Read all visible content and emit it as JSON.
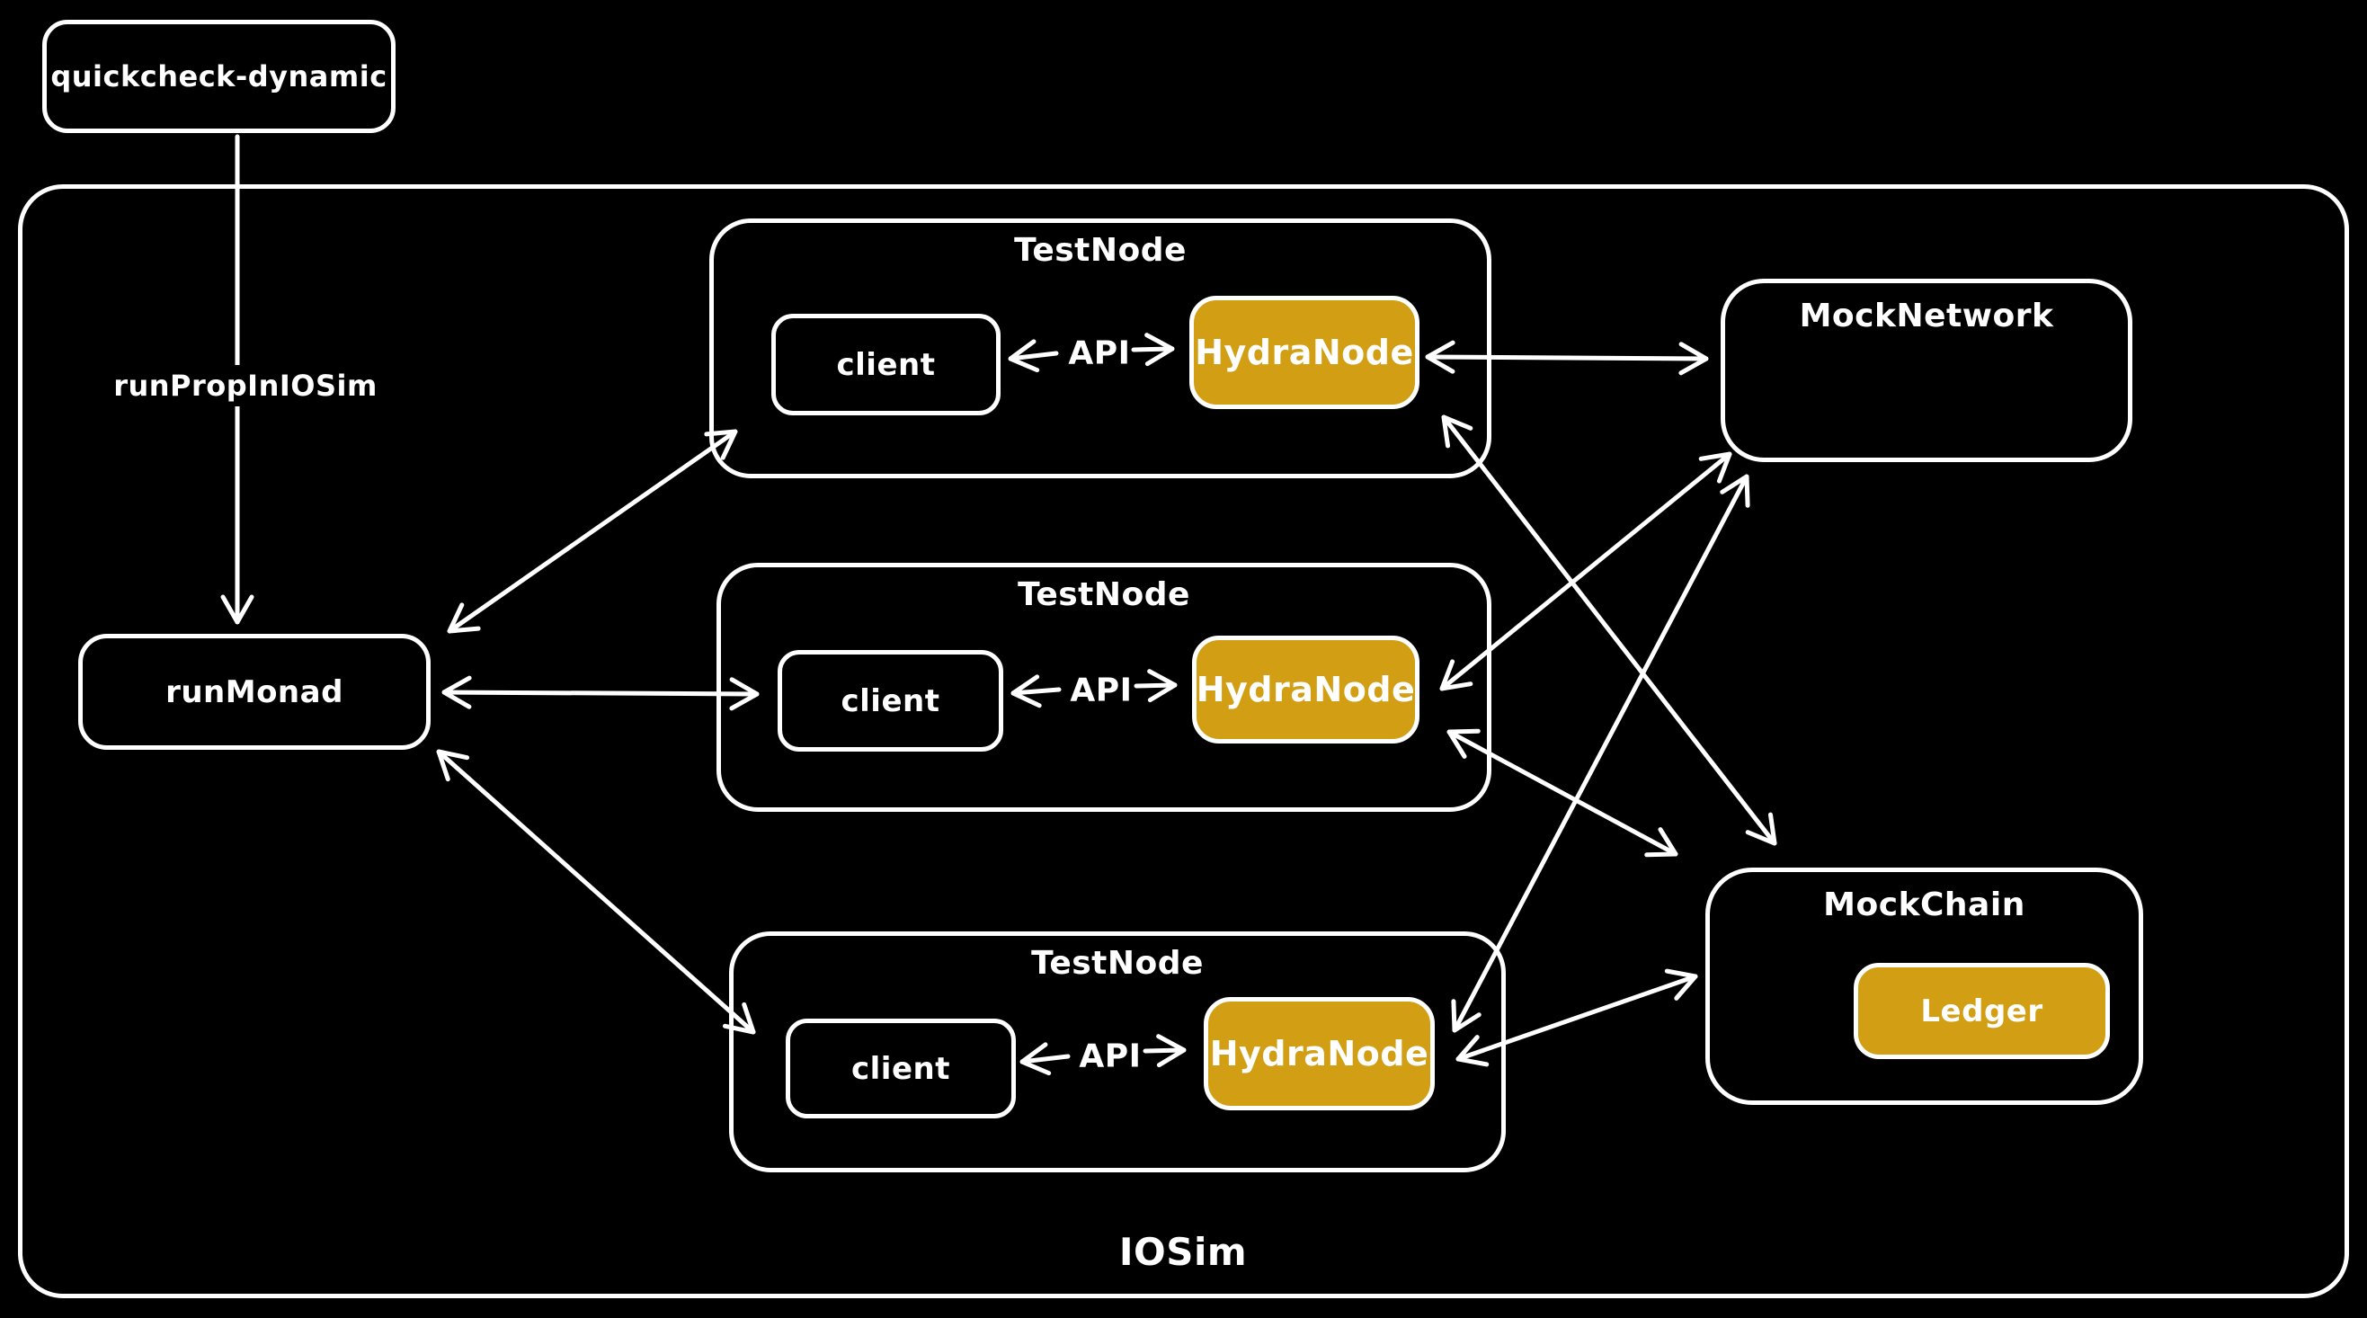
{
  "colors": {
    "background": "#000000",
    "stroke": "#ffffff",
    "accent_fill": "#d29e14",
    "text": "#ffffff"
  },
  "nodes": {
    "quickcheck_dynamic": "quickcheck-dynamic",
    "run_monad": "runMonad",
    "iosim": "IOSim",
    "mock_network": "MockNetwork",
    "mock_chain": "MockChain",
    "ledger": "Ledger"
  },
  "labels": {
    "run_prop": "runPropInIOSim"
  },
  "test_nodes": [
    {
      "title": "TestNode",
      "client": "client",
      "api": "API",
      "hydra_node": "HydraNode"
    },
    {
      "title": "TestNode",
      "client": "client",
      "api": "API",
      "hydra_node": "HydraNode"
    },
    {
      "title": "TestNode",
      "client": "client",
      "api": "API",
      "hydra_node": "HydraNode"
    }
  ],
  "edges": [
    {
      "from": "quickcheck-dynamic",
      "to": "runMonad",
      "label": "runPropInIOSim",
      "arrows": "single"
    },
    {
      "from": "runMonad",
      "to": "TestNode-1",
      "arrows": "double"
    },
    {
      "from": "runMonad",
      "to": "TestNode-2",
      "arrows": "double"
    },
    {
      "from": "runMonad",
      "to": "TestNode-3",
      "arrows": "double"
    },
    {
      "from": "client-1",
      "to": "HydraNode-1",
      "label": "API",
      "arrows": "double"
    },
    {
      "from": "client-2",
      "to": "HydraNode-2",
      "label": "API",
      "arrows": "double"
    },
    {
      "from": "client-3",
      "to": "HydraNode-3",
      "label": "API",
      "arrows": "double"
    },
    {
      "from": "HydraNode-1",
      "to": "MockNetwork",
      "arrows": "double"
    },
    {
      "from": "HydraNode-2",
      "to": "MockNetwork",
      "arrows": "double"
    },
    {
      "from": "HydraNode-3",
      "to": "MockNetwork",
      "arrows": "double"
    },
    {
      "from": "HydraNode-1",
      "to": "MockChain",
      "arrows": "double"
    },
    {
      "from": "HydraNode-2",
      "to": "MockChain",
      "arrows": "double"
    },
    {
      "from": "HydraNode-3",
      "to": "MockChain",
      "arrows": "double"
    }
  ]
}
